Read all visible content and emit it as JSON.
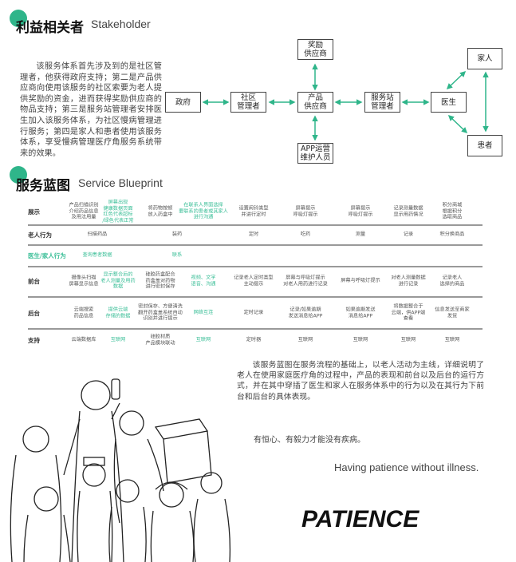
{
  "stakeholder": {
    "title_cn": "利益相关者",
    "title_en": "Stakeholder",
    "paragraph": "该服务体系首先涉及到的是社区管理者，他获得政府支持；第二是产品供应商向使用该服务的社区索要为老人提供奖励的资金，进而获得奖励供应商的物品支持；第三是服务站管理者安排医生加入该服务体系，为社区慢病管理进行服务；第四是家人和患者使用该服务体系，享受慢病管理医疗角服务系统带来的效果。",
    "nodes": {
      "gov": "政府",
      "community": "社区\n管理者",
      "supplier": "产品\n供应商",
      "reward": "奖励\n供应商",
      "app": "APP运营\n维护人员",
      "station": "服务站\n管理者",
      "doctor": "医生",
      "family": "家人",
      "patient": "患者"
    }
  },
  "blueprint": {
    "title_cn": "服务蓝图",
    "title_en": "Service Blueprint",
    "rows": [
      {
        "label": "展示",
        "green": false,
        "cells": [
          [
            "产品扫描识别\n介绍药品信息\n及用法用量",
            0
          ],
          [
            "屏幕出现\n健康数据页面\n红色代表超标\n/绿色代表正常",
            1
          ],
          [
            "将药物按顿\n放入药盒中",
            0
          ],
          [
            "在联系人界面选择\n要联系的患者或其家人\n进行沟通",
            1
          ],
          [
            "设置闹铃类型\n并进行定时",
            0
          ],
          [
            "屏幕提示\n呼吸灯提示",
            0
          ],
          [
            "屏幕提示\n呼吸灯提示",
            0
          ],
          [
            "记录测量数据\n显示用药情况",
            0
          ],
          [
            "积分商城\n根据积分\n选取商品",
            0
          ]
        ]
      },
      {
        "label": "老人行为",
        "green": false,
        "cells": [
          [
            "扫描药品",
            0
          ],
          [
            "",
            0
          ],
          [
            "装药",
            0
          ],
          [
            "",
            0
          ],
          [
            "定时",
            0
          ],
          [
            "吃药",
            0
          ],
          [
            "测量",
            0
          ],
          [
            "记录",
            0
          ],
          [
            "积分换商品",
            0
          ]
        ]
      },
      {
        "label": "医生/家人行为",
        "green": true,
        "cells": [
          [
            "查询患者数据",
            1
          ],
          [
            "",
            0
          ],
          [
            "联系",
            1
          ],
          [
            "",
            0
          ],
          [
            "",
            0
          ],
          [
            "",
            0
          ],
          [
            "",
            0
          ],
          [
            "",
            0
          ],
          [
            "",
            0
          ]
        ]
      },
      {
        "label": "前台",
        "green": false,
        "cells": [
          [
            "摄像头扫描\n屏幕显示信息",
            0
          ],
          [
            "显示整合后的\n老人测量及用药\n数据",
            1
          ],
          [
            "硅胶药盒配合\n药盒盖对药物\n进行密封保存",
            0
          ],
          [
            "视频、文字\n语音、沟通",
            1
          ],
          [
            "记录老人定时类型\n主动提示",
            0
          ],
          [
            "屏幕与呼吸灯提示\n对老人用药进行记录",
            0
          ],
          [
            "屏幕与呼吸灯提示",
            0
          ],
          [
            "对老人测量数据\n进行记录",
            0
          ],
          [
            "记录老人\n选择的商品",
            0
          ]
        ]
      },
      {
        "label": "后台",
        "green": false,
        "cells": [
          [
            "云端搜索\n药品信息",
            0
          ],
          [
            "提供云端\n存储的数据",
            1
          ],
          [
            "密封保存、方便清洗\n翻开药盒盖系统自动\n识别并进行提示",
            0
          ],
          [
            "网络互连",
            1
          ],
          [
            "定时记录",
            0
          ],
          [
            "记录/如果逾期\n发送消息给APP",
            0
          ],
          [
            "如果逾期发送\n消息给APP",
            0
          ],
          [
            "将数据整合于\n云端，供APP端\n查看",
            0
          ],
          [
            "信息发送至商家\n发货",
            0
          ]
        ]
      },
      {
        "label": "支持",
        "green": false,
        "cells": [
          [
            "云端数据库",
            0
          ],
          [
            "互联网",
            1
          ],
          [
            "硅胶材质\n产品模块联动",
            0
          ],
          [
            "互联网",
            1
          ],
          [
            "定时器",
            0
          ],
          [
            "互联网",
            0
          ],
          [
            "互联网",
            0
          ],
          [
            "互联网",
            0
          ],
          [
            "互联网",
            0
          ]
        ]
      }
    ],
    "paragraph": "该服务蓝图在服务流程的基础上，以老人活动为主线，详细说明了老人在使用家庭医疗角的过程中，产品的表现和前台以及后台的运行方式，并在其中穿插了医生和家人在服务体系中的行为以及在其行为下前台和后台的具体表现。"
  },
  "slogan_cn": "有恒心、有毅力才能没有疾病。",
  "slogan_en": "Having patience without illness.",
  "logo": "PATIENCE",
  "colors": {
    "accent": "#2fb58a",
    "text": "#333333"
  }
}
